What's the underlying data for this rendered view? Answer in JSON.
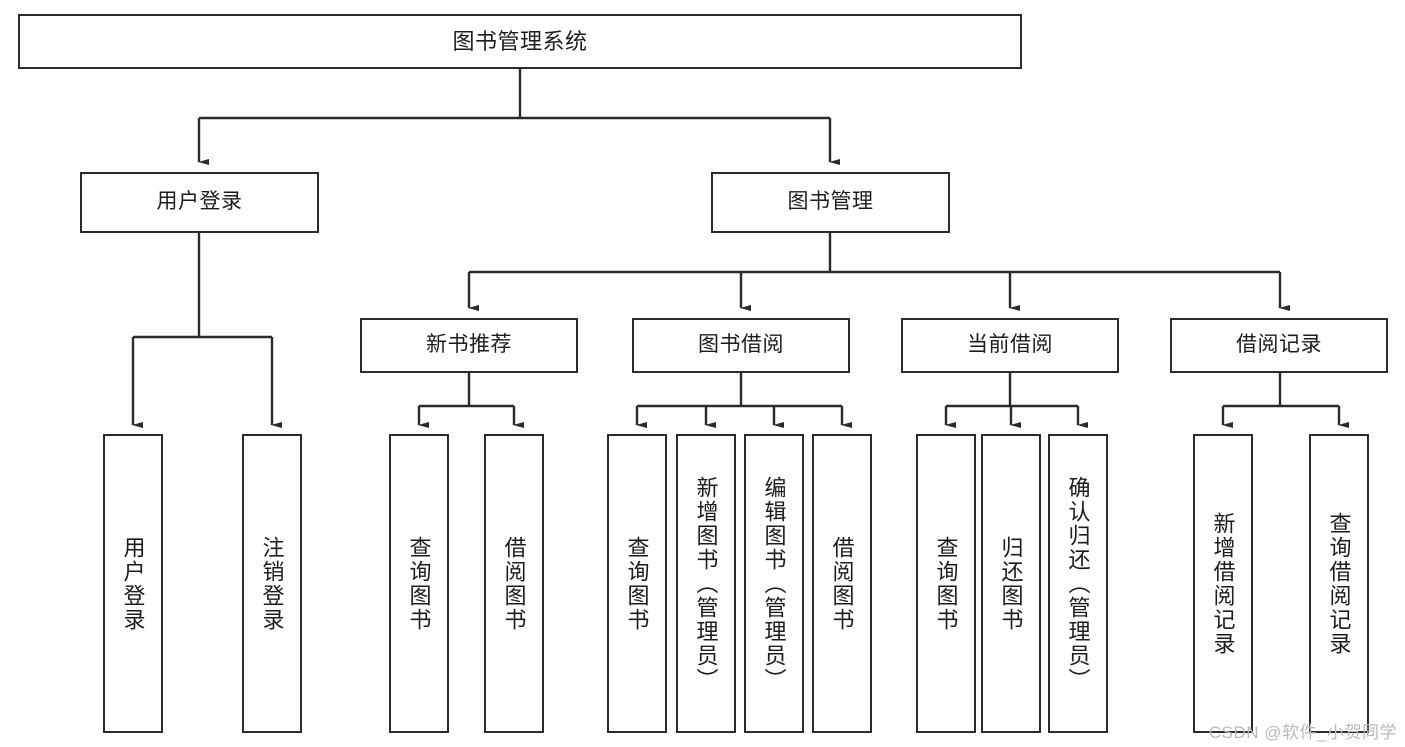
{
  "diagram": {
    "title": "图书管理系统",
    "type": "tree-hierarchy-chart",
    "watermark": "CSDN @软件_小贺同学",
    "colors": {
      "box_border": "#2b2b2b",
      "box_fill": "#ffffff",
      "connector": "#2b2b2b",
      "text": "#1c1c1c",
      "watermark": "#b9b9b9",
      "background": "#ffffff"
    }
  },
  "nodes": {
    "root": {
      "label": "图书管理系统"
    },
    "level2": [
      {
        "label": "用户登录"
      },
      {
        "label": "图书管理"
      }
    ],
    "level3": [
      {
        "label": "新书推荐"
      },
      {
        "label": "图书借阅"
      },
      {
        "label": "当前借阅"
      },
      {
        "label": "借阅记录"
      }
    ],
    "leaves": {
      "user_login": [
        {
          "label": "用户登录"
        },
        {
          "label": "注销登录"
        }
      ],
      "new_book_recommend": [
        {
          "label": "查询图书"
        },
        {
          "label": "借阅图书"
        }
      ],
      "book_borrow": [
        {
          "label": "查询图书"
        },
        {
          "label": "新增图书（管理员）"
        },
        {
          "label": "编辑图书（管理员）"
        },
        {
          "label": "借阅图书"
        }
      ],
      "current_borrow": [
        {
          "label": "查询图书"
        },
        {
          "label": "归还图书"
        },
        {
          "label": "确认归还（管理员）"
        }
      ],
      "borrow_record": [
        {
          "label": "新增借阅记录"
        },
        {
          "label": "查询借阅记录"
        }
      ]
    }
  }
}
